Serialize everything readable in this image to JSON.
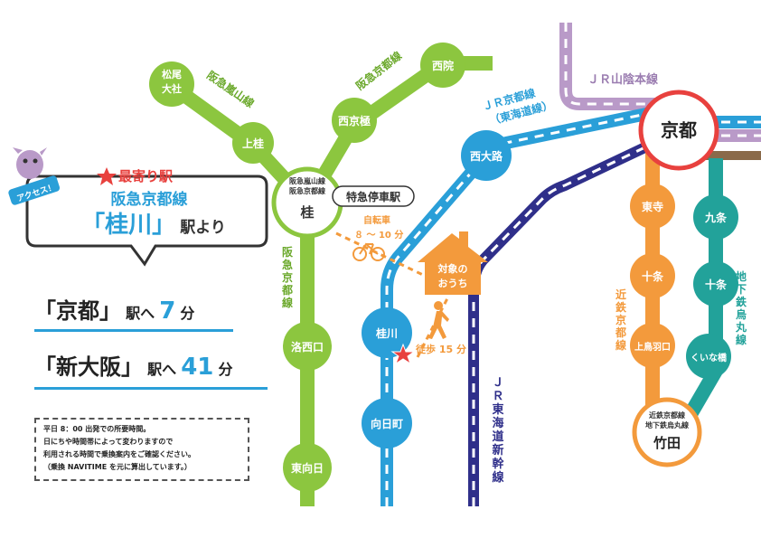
{
  "access": {
    "tag": "アクセス！",
    "nearest_label": "最寄り駅",
    "line_name": "阪急京都線",
    "station": "「桂川」",
    "station_suffix": "駅より"
  },
  "times": [
    {
      "dest": "「京都」",
      "suffix": "駅へ",
      "minutes": "7",
      "unit": "分"
    },
    {
      "dest": "「新大阪」",
      "suffix": "駅へ",
      "minutes": "41",
      "unit": "分"
    }
  ],
  "note": {
    "lines": [
      "平日 8：00 出発での所要時間。",
      "日にちや時間帯によって変わりますので",
      "利用される時間で乗換案内をご確認ください。",
      "（乗換 NAVITIME を元に算出しています。）"
    ]
  },
  "lines": {
    "hankyu_arashiyama": "阪急嵐山線",
    "hankyu_kyoto": "阪急京都線",
    "hankyu_kyoto_vertical": "阪急京都線",
    "jr_sanin": "ＪＲ山陰本線",
    "jr_kyoto": "ＪＲ京都線",
    "jr_kyoto_sub": "（東海道線）",
    "jr_shinkansen": "ＪＲ東海道新幹線",
    "kintetsu": "近鉄京都線",
    "subway": "地下鉄烏丸線"
  },
  "stations": {
    "matsuo": "松尾大社",
    "kamikatsura": "上桂",
    "katsura": "桂",
    "katsura_lines": [
      "阪急嵐山線",
      "阪急京都線"
    ],
    "express_stop": "特急停車駅",
    "nishikyogoku": "西京極",
    "saiin": "西院",
    "rakusaiguchi": "洛西口",
    "higashimuko": "東向日",
    "nishioji": "西大路",
    "katsuragawa": "桂川",
    "mukomachi": "向日町",
    "kyoto": "京都",
    "toji": "東寺",
    "jujo_k": "十条",
    "kamitobahaguchi": "上鳥羽口",
    "kujo": "九条",
    "jujo_s": "十条",
    "kuinabashi": "くいな橋",
    "takeda": "竹田",
    "takeda_lines": [
      "近鉄京都線",
      "地下鉄烏丸線"
    ]
  },
  "home": {
    "label_1": "対象の",
    "label_2": "おうち",
    "bike": "自転車",
    "bike_time": "８ ～ 10 分",
    "walk": "徒歩 15 分"
  },
  "colors": {
    "hankyu": "#8cc63f",
    "jr_kyoto": "#2a9fd8",
    "jr_sanin": "#b99ac8",
    "shinkansen": "#2f2f8a",
    "kintetsu": "#f39a3c",
    "subway": "#22a29a",
    "access": "#2a9fd8",
    "star": "#e8413e",
    "kyoto_ring": "#e8413e"
  }
}
